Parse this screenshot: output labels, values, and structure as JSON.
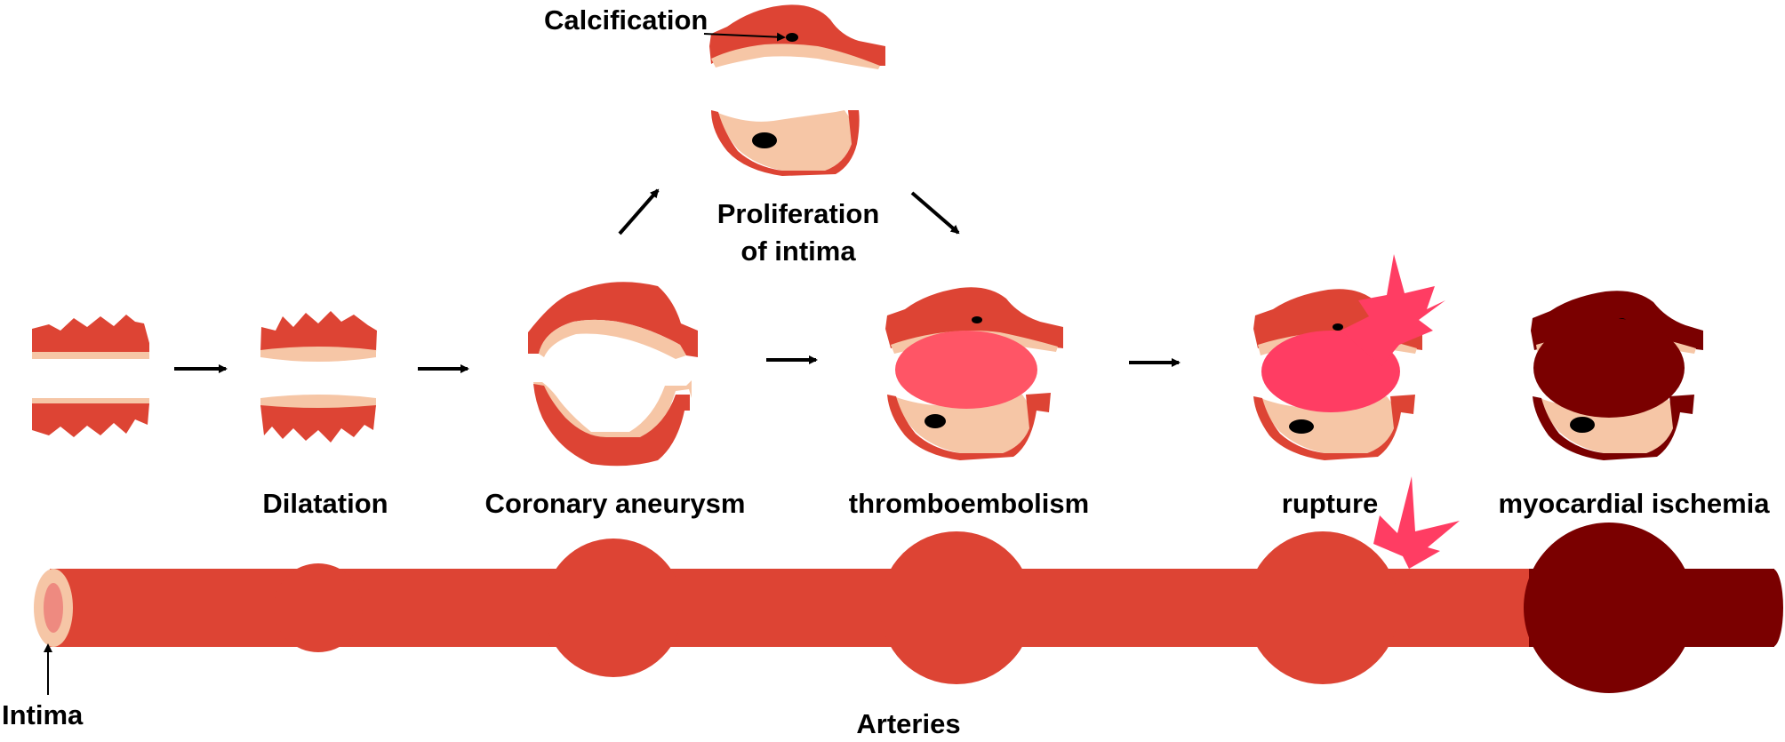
{
  "labels": {
    "calcification": "Calcification",
    "proliferation_line1": "Proliferation",
    "proliferation_line2": "of intima",
    "dilatation": "Dilatation",
    "coronary_aneurysm": "Coronary aneurysm",
    "thromboembolism": "thromboembolism",
    "rupture": "rupture",
    "myocardial_ischemia": "myocardial ischemia",
    "intima": "Intima",
    "arteries": "Arteries"
  },
  "colors": {
    "vessel_wall": "#dd4434",
    "intima": "#f6c6a6",
    "intima_inner": "#ee8a80",
    "thrombus": "#ff5566",
    "rupture_thrombus": "#ff3d63",
    "ischemia": "#7a0000",
    "calcification": "#000000"
  }
}
